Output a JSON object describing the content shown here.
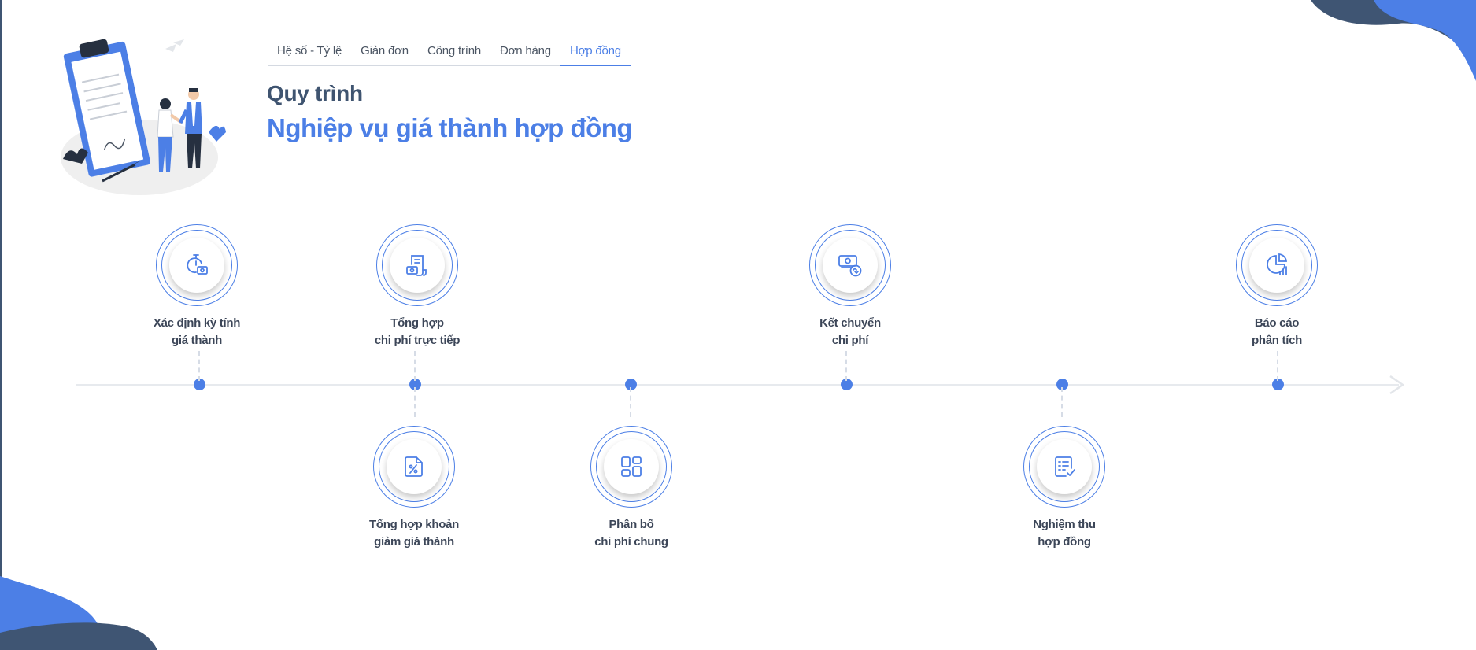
{
  "tabs": [
    {
      "label": "Hệ số - Tỷ lệ",
      "active": false
    },
    {
      "label": "Giản đơn",
      "active": false
    },
    {
      "label": "Công trình",
      "active": false
    },
    {
      "label": "Đơn hàng",
      "active": false
    },
    {
      "label": "Hợp đồng",
      "active": true
    }
  ],
  "header": {
    "subtitle": "Quy trình",
    "title": "Nghiệp vụ giá thành hợp đồng"
  },
  "steps": [
    {
      "line1": "Xác định kỳ tính",
      "line2": "giá thành",
      "icon": "stopwatch-cash-icon"
    },
    {
      "line1": "Tổng hợp",
      "line2": "chi phí trực tiếp",
      "icon": "receipt-cash-icon"
    },
    {
      "line1": "Tổng hợp khoản",
      "line2": "giảm giá thành",
      "icon": "discount-document-icon"
    },
    {
      "line1": "Phân bổ",
      "line2": "chi phí chung",
      "icon": "grid-layout-icon"
    },
    {
      "line1": "Kết chuyển",
      "line2": "chi phí",
      "icon": "money-transfer-icon"
    },
    {
      "line1": "Nghiệm thu",
      "line2": "hợp đồng",
      "icon": "checklist-icon"
    },
    {
      "line1": "Báo cáo",
      "line2": "phân tích",
      "icon": "pie-chart-icon"
    }
  ],
  "colors": {
    "accent": "#4c7fe6",
    "dark": "#3f5470",
    "text": "#3c4658"
  }
}
